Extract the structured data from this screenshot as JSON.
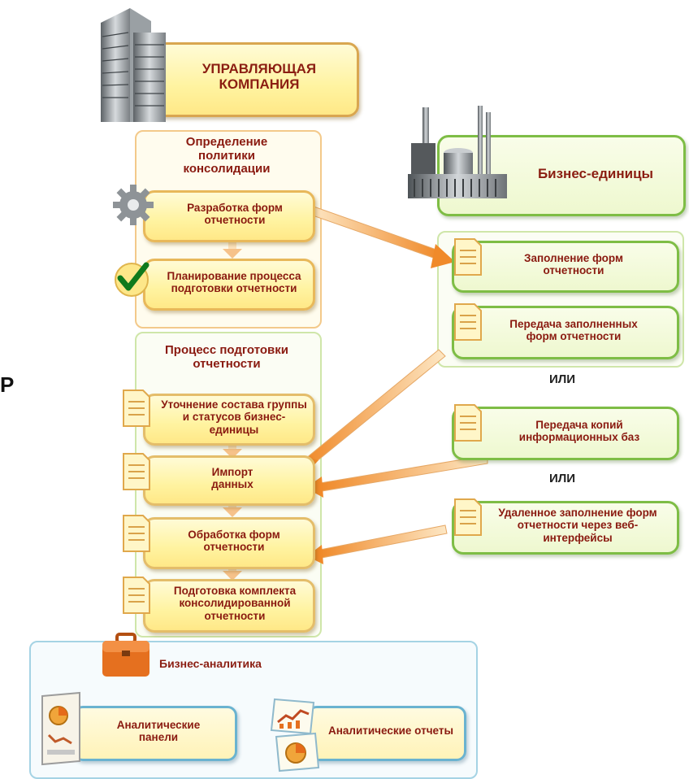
{
  "managing_company": {
    "label": "УПРАВЛЯЮЩАЯ\nКОМПАНИЯ"
  },
  "business_units": {
    "label": "Бизнес-единицы"
  },
  "policy_group": {
    "title": "Определение политики консолидации",
    "steps": [
      {
        "label": "Разработка форм отчетности",
        "icon": "gear-icon"
      },
      {
        "label": "Планирование процесса подготовки отчетности",
        "icon": "checkmark-icon"
      }
    ]
  },
  "process_group": {
    "title": "Процесс подготовки отчетности",
    "steps": [
      {
        "label": "Уточнение состава группы и статусов бизнес-единицы"
      },
      {
        "label": "Импорт данных"
      },
      {
        "label": "Обработка форм отчетности"
      },
      {
        "label": "Подготовка комплекта консолидированной отчетности"
      }
    ]
  },
  "bu_steps": [
    {
      "label": "Заполнение форм отчетности"
    },
    {
      "label": "Передача заполненных форм отчетности"
    },
    {
      "label": "Передача копий информационных баз"
    },
    {
      "label": "Удаленное заполнение форм отчетности через веб-интерфейсы"
    }
  ],
  "or_labels": [
    "ИЛИ",
    "ИЛИ"
  ],
  "analytics": {
    "title": "Бизнес-аналитика",
    "items": [
      {
        "label": "Аналитические панели"
      },
      {
        "label": "Аналитические отчеты"
      }
    ]
  },
  "stray_mark": "Р",
  "colors": {
    "yellow_border": "#e8b85a",
    "green_border": "#7ebd45",
    "arrow_orange": "#f2a14b",
    "title_red": "#8a1a10"
  }
}
